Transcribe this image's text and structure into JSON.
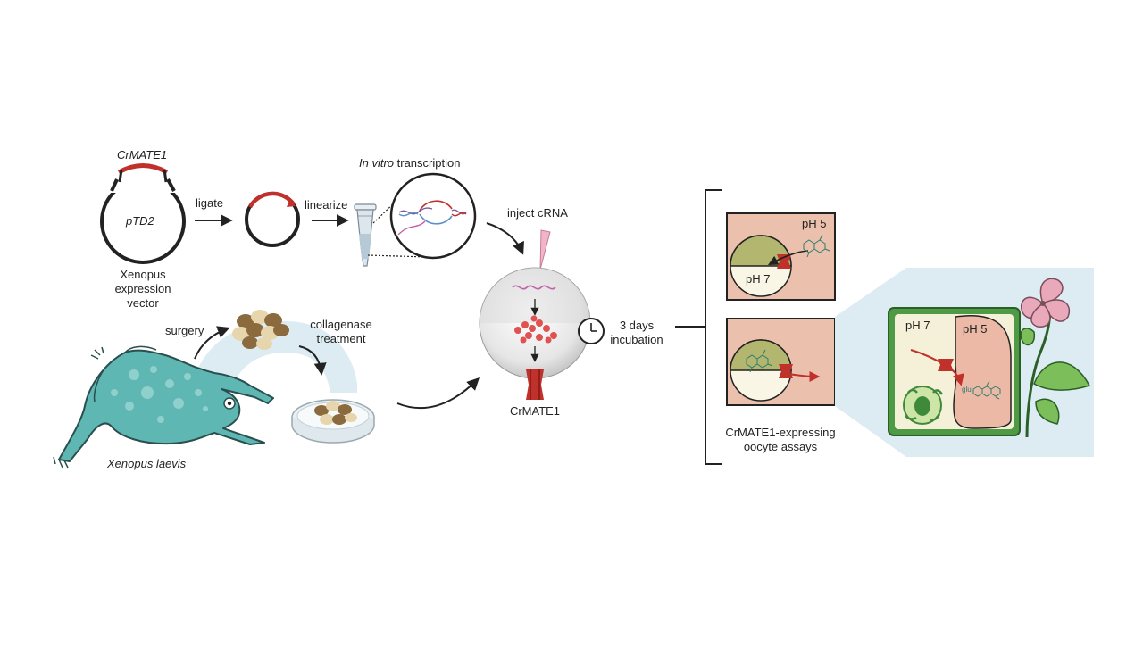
{
  "labels": {
    "gene": "CrMATE1",
    "plasmid": "pTD2",
    "vector_line1": "Xenopus",
    "vector_line2": "expression",
    "vector_line3": "vector",
    "ligate": "ligate",
    "linearize": "linearize",
    "ivt_italic": "In vitro",
    "ivt_rest": " transcription",
    "inject": "inject cRNA",
    "surgery": "surgery",
    "collagenase_line1": "collagenase",
    "collagenase_line2": "treatment",
    "frog": "Xenopus laevis",
    "incubation_line1": "3 days",
    "incubation_line2": "incubation",
    "transporter": "CrMATE1",
    "assays_line1": "CrMATE1-expressing",
    "assays_line2": "oocyte assays",
    "ph5_top": "pH 5",
    "ph7_top": "pH 7",
    "ph7_cell": "pH 7",
    "ph5_cell": "pH 5",
    "glu": "glu"
  },
  "colors": {
    "red": "#c0312b",
    "assay_bg": "#ebc0ad",
    "light_blue": "#dcecf2",
    "frog": "#5fb7b4",
    "cell_wall": "#3f8a3a",
    "cytoplasm": "#f4f1d8",
    "vacuole": "#ecb9a7",
    "petal": "#e9a9bb"
  }
}
